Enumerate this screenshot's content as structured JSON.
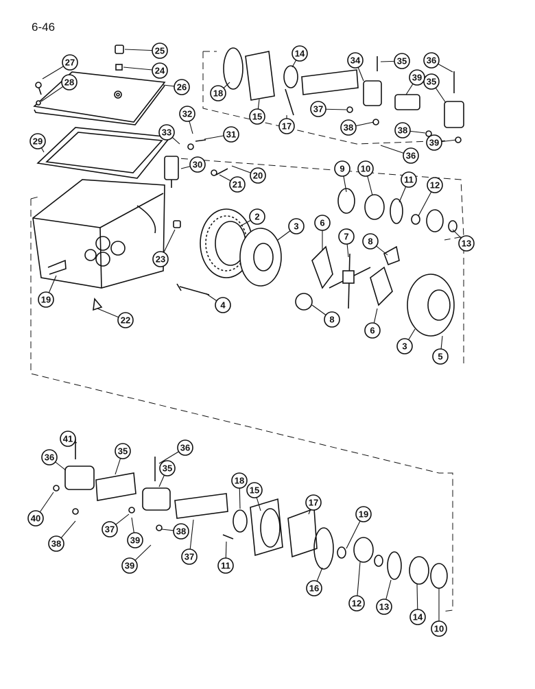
{
  "page": {
    "number": "6-46"
  },
  "callouts": [
    {
      "label": "2"
    },
    {
      "label": "3"
    },
    {
      "label": "4"
    },
    {
      "label": "5"
    },
    {
      "label": "3"
    },
    {
      "label": "6"
    },
    {
      "label": "6"
    },
    {
      "label": "7"
    },
    {
      "label": "8"
    },
    {
      "label": "8"
    },
    {
      "label": "9"
    },
    {
      "label": "10"
    },
    {
      "label": "11"
    },
    {
      "label": "12"
    },
    {
      "label": "13"
    },
    {
      "label": "14"
    },
    {
      "label": "15"
    },
    {
      "label": "17"
    },
    {
      "label": "18"
    },
    {
      "label": "19"
    },
    {
      "label": "20"
    },
    {
      "label": "21"
    },
    {
      "label": "22"
    },
    {
      "label": "23"
    },
    {
      "label": "24"
    },
    {
      "label": "25"
    },
    {
      "label": "26"
    },
    {
      "label": "27"
    },
    {
      "label": "28"
    },
    {
      "label": "29"
    },
    {
      "label": "30"
    },
    {
      "label": "31"
    },
    {
      "label": "32"
    },
    {
      "label": "33"
    },
    {
      "label": "34"
    },
    {
      "label": "35"
    },
    {
      "label": "35"
    },
    {
      "label": "36"
    },
    {
      "label": "36"
    },
    {
      "label": "37"
    },
    {
      "label": "38"
    },
    {
      "label": "38"
    },
    {
      "label": "39"
    },
    {
      "label": "39"
    },
    {
      "label": "41"
    },
    {
      "label": "36"
    },
    {
      "label": "36"
    },
    {
      "label": "35"
    },
    {
      "label": "35"
    },
    {
      "label": "40"
    },
    {
      "label": "38"
    },
    {
      "label": "37"
    },
    {
      "label": "39"
    },
    {
      "label": "38"
    },
    {
      "label": "39"
    },
    {
      "label": "37"
    },
    {
      "label": "11"
    },
    {
      "label": "18"
    },
    {
      "label": "15"
    },
    {
      "label": "17"
    },
    {
      "label": "16"
    },
    {
      "label": "19"
    },
    {
      "label": "12"
    },
    {
      "label": "13"
    },
    {
      "label": "14"
    },
    {
      "label": "10"
    },
    {
      "label": "9"
    }
  ]
}
